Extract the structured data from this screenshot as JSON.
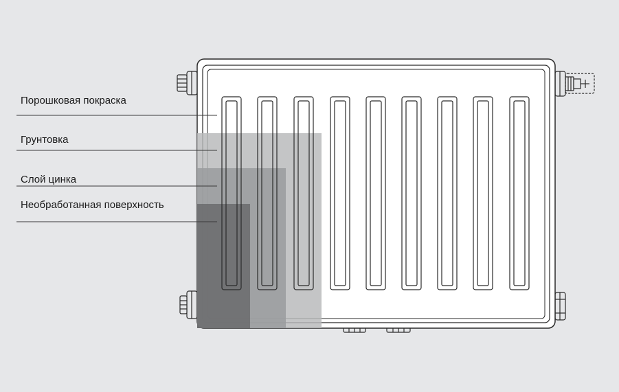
{
  "layers": [
    {
      "label": "Порошковая покраска",
      "color": "#ffffff"
    },
    {
      "label": "Грунтовка",
      "color": "#b7b8ba"
    },
    {
      "label": "Слой цинка",
      "color": "#9a9b9d"
    },
    {
      "label": "Необработанная поверхность",
      "color": "#6b6c6e"
    }
  ],
  "colors": {
    "background": "#e6e7e9",
    "outline": "#2a2a2a",
    "leader_line": "#3a3a3a"
  }
}
